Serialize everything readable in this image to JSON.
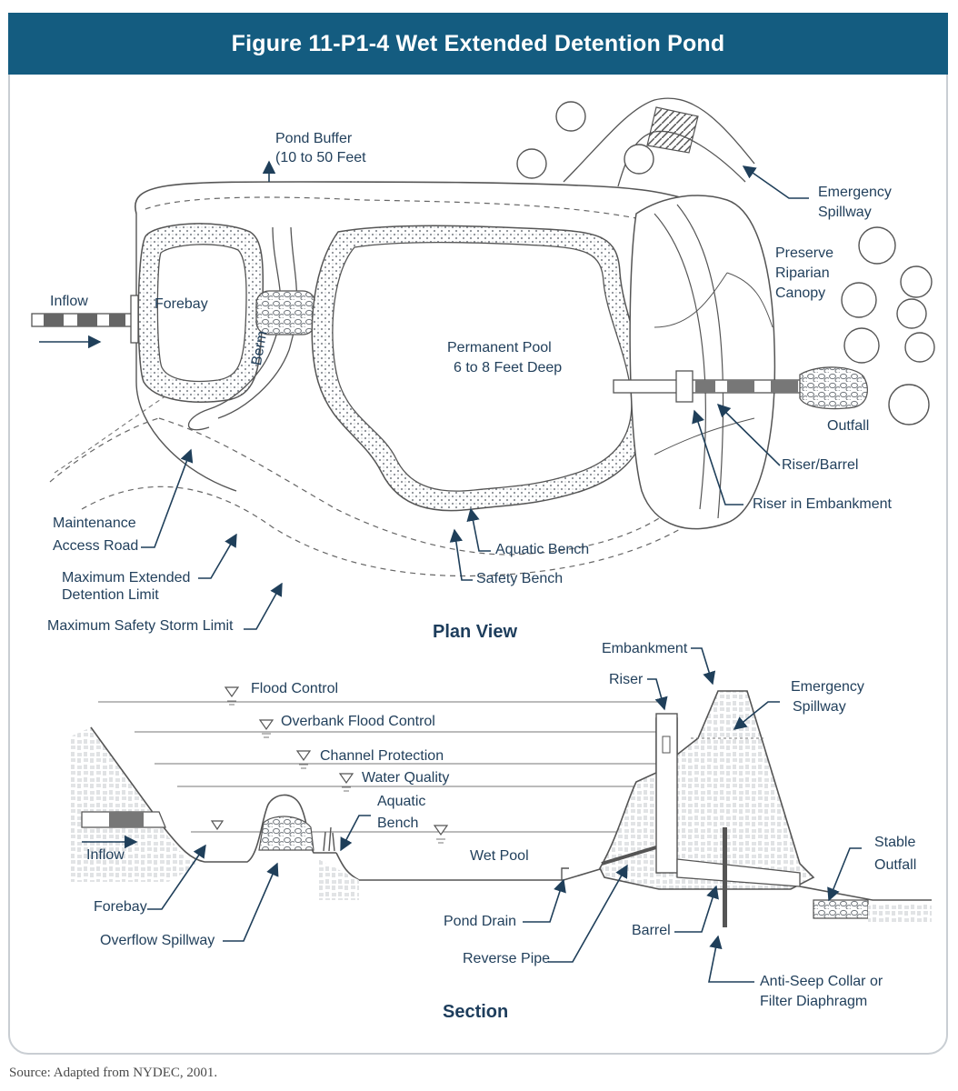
{
  "figure_title": "Figure 11-P1-4 Wet Extended Detention Pond",
  "plan_view": {
    "heading": "Plan View",
    "labels": {
      "pond_buffer_1": "Pond Buffer",
      "pond_buffer_2": "(10 to 50 Feet",
      "emergency_spillway_1": "Emergency",
      "emergency_spillway_2": "Spillway",
      "preserve_1": "Preserve",
      "preserve_2": "Riparian",
      "preserve_3": "Canopy",
      "inflow": "Inflow",
      "forebay": "Forebay",
      "berm": "Berm",
      "permanent_pool_1": "Permanent Pool",
      "permanent_pool_2": "6 to 8 Feet Deep",
      "outfall": "Outfall",
      "riser_barrel": "Riser/Barrel",
      "riser_embankment": "Riser in Embankment",
      "maintenance_1": "Maintenance",
      "maintenance_2": "Access Road",
      "max_ext_1": "Maximum Extended",
      "max_ext_2": "Detention Limit",
      "max_safety": "Maximum Safety Storm Limit",
      "aquatic_bench": "Aquatic Bench",
      "safety_bench": "Safety Bench"
    }
  },
  "section_view": {
    "heading": "Section",
    "labels": {
      "embankment": "Embankment",
      "riser": "Riser",
      "emergency_spillway_1": "Emergency",
      "emergency_spillway_2": "Spillway",
      "flood_control": "Flood Control",
      "overbank_flood_control": "Overbank Flood Control",
      "channel_protection": "Channel Protection",
      "water_quality": "Water Quality",
      "aquatic_bench_1": "Aquatic",
      "aquatic_bench_2": "Bench",
      "wet_pool": "Wet Pool",
      "inflow": "Inflow",
      "stable_outfall_1": "Stable",
      "stable_outfall_2": "Outfall",
      "forebay": "Forebay",
      "overflow_spillway": "Overflow Spillway",
      "pond_drain": "Pond Drain",
      "barrel": "Barrel",
      "reverse_pipe": "Reverse Pipe",
      "anti_seep_1": "Anti-Seep Collar or",
      "anti_seep_2": "Filter Diaphragm"
    }
  },
  "source": "Source: Adapted from NYDEC, 2001."
}
